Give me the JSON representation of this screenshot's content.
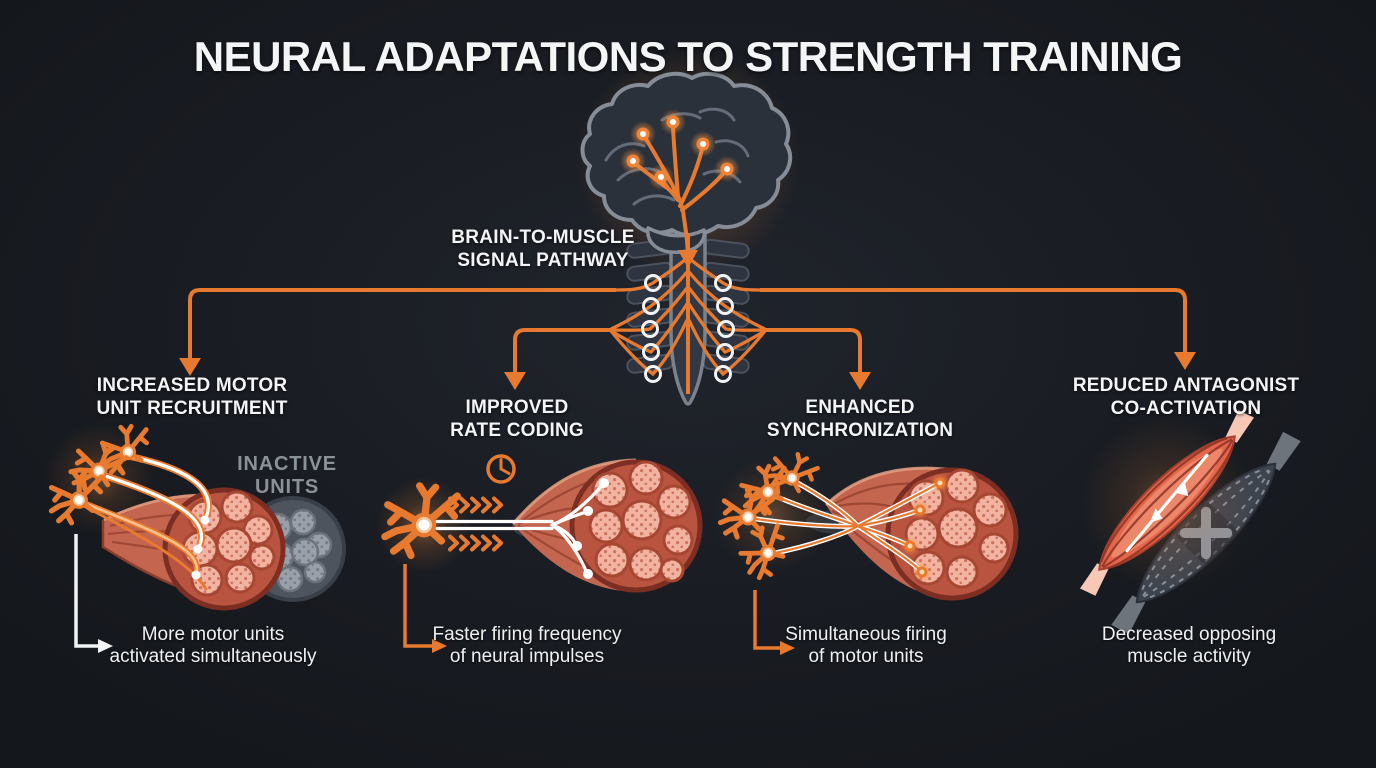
{
  "title": "NEURAL ADAPTATIONS TO STRENGTH TRAINING",
  "pathway_label": [
    "BRAIN-TO-MUSCLE",
    "SIGNAL PATHWAY"
  ],
  "panels": [
    {
      "heading": [
        "INCREASED MOTOR",
        "UNIT RECRUITMENT"
      ],
      "caption": [
        "More motor units",
        "activated simultaneously"
      ],
      "side_label": [
        "INACTIVE",
        "UNITS"
      ]
    },
    {
      "heading": [
        "IMPROVED",
        "RATE CODING"
      ],
      "caption": [
        "Faster firing frequency",
        "of neural impulses"
      ]
    },
    {
      "heading": [
        "ENHANCED",
        "SYNCHRONIZATION"
      ],
      "caption": [
        "Simultaneous firing",
        "of motor units"
      ]
    },
    {
      "heading": [
        "REDUCED ANTAGONIST",
        "CO-ACTIVATION"
      ],
      "caption": [
        "Decreased opposing",
        "muscle activity"
      ]
    }
  ],
  "colors": {
    "background": "#191c22",
    "accent_orange": "#e87a30",
    "text_white": "#f3f4f6",
    "muted_gray_text": "#8b9198",
    "muscle_red": "#c4664f",
    "muscle_pink": "#f3b7a4",
    "inactive_gray": "#5a616b"
  },
  "icons": {
    "brain": "brain-icon",
    "clock": "clock-icon",
    "x_mark": "x-mark-icon",
    "chevrons": "firing-rate-chevrons-icon"
  }
}
